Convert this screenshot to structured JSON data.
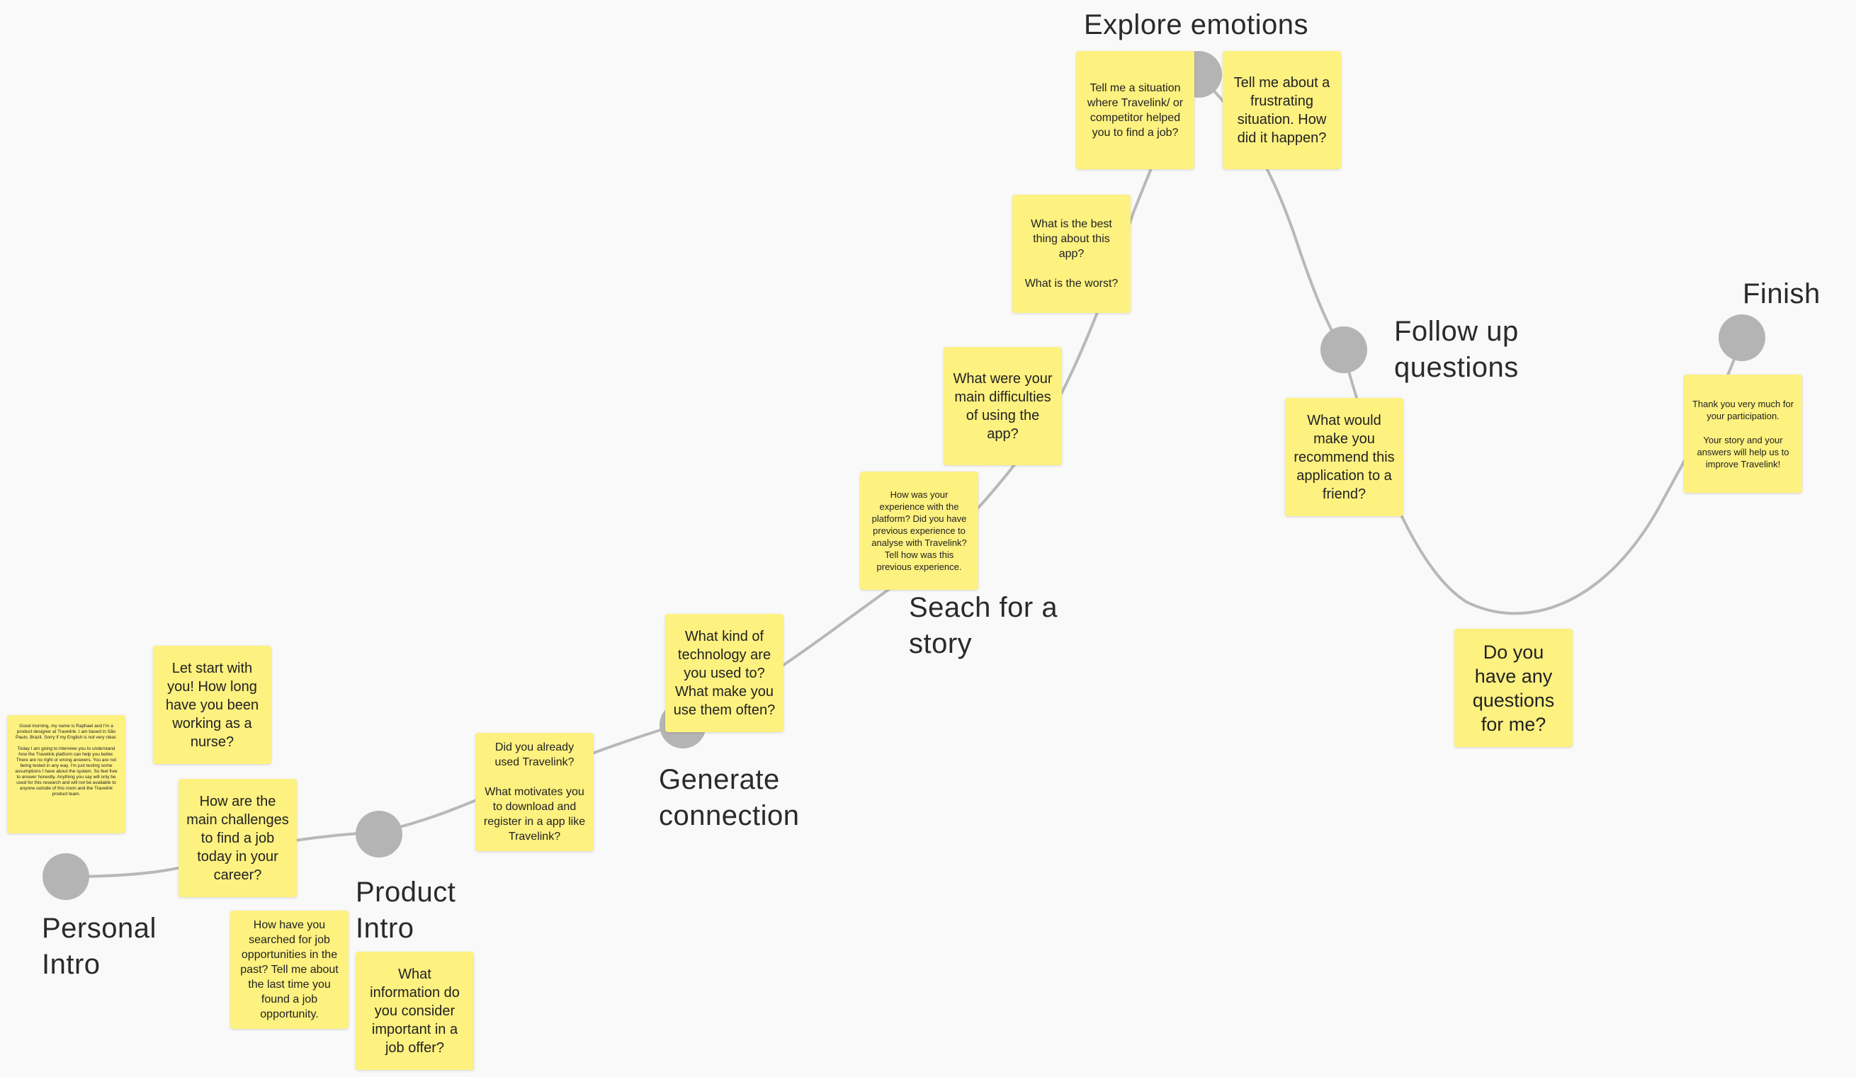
{
  "colors": {
    "background": "#f9f9f9",
    "sticky_note": "#fdf180",
    "node": "#b4b4b4",
    "connector": "#b8b8b8",
    "text": "#222222"
  },
  "stages": {
    "personal_intro": "Personal\nIntro",
    "product_intro": "Product\nIntro",
    "generate_connection": "Generate\nconnection",
    "search_for_story": "Seach for a\nstory",
    "explore_emotions": "Explore emotions",
    "follow_up_questions": "Follow up\nquestions",
    "finish": "Finish"
  },
  "notes": {
    "intro_script": "Good morning, my name is Raphael and I'm a product designer at Travelink. I am based in São Paulo, Brazil. Sorry if my English is not very clear.\n\nToday I am going to interview you to understand how the Travelink platform can help you better. There are no right or wrong answers. You are not being tested in any way. I'm just testing some assumptions I have about the system. So feel free to answer honestly. Anything you say will only be used for this research and will not be available to anyone outside of this room and the Travelink product team.",
    "let_start": "Let start with you! How long have you been working as a nurse?",
    "main_challenges": "How are the main challenges to find a job today in your career?",
    "searched_jobs": "How have you searched for job opportunities in the past? Tell me about the last time you found a job opportunity.",
    "important_info": "What information do you consider important in a job offer?",
    "already_used": "Did you already used Travelink?\n\nWhat motivates you to download and register in a app like Travelink?",
    "technology": "What kind of technology are you used to? What make you use them often?",
    "experience": "How was your experience with the platform? Did you have previous experience to analyse with Travelink? Tell how was this previous experience.",
    "difficulties": "What were your main difficulties of using the app?",
    "best_thing": "What is the best thing about this app?\n\nWhat is the worst?",
    "situation": "Tell me a situation where Travelink/ or competitor helped you to find a job?",
    "frustrating": "Tell me about a frustrating situation. How did it happen?",
    "recommend": "What would make you recommend this application to a friend?",
    "any_questions": "Do you have any questions for me?",
    "thank_you": "Thank you very much for your participation.\n\nYour story and your answers will help us to improve Travelink!"
  }
}
